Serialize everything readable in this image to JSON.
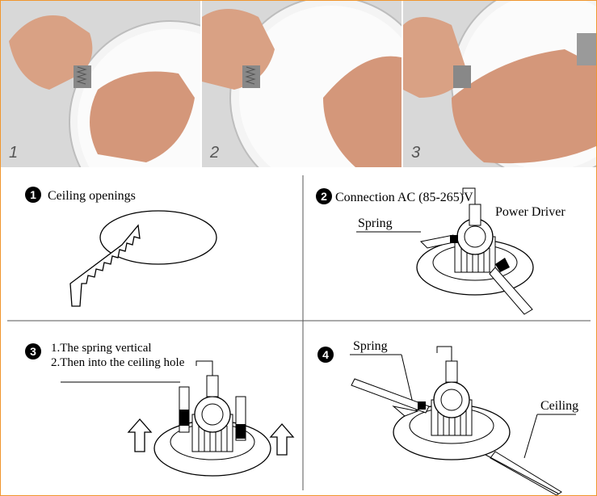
{
  "photos": [
    {
      "number": "1"
    },
    {
      "number": "2"
    },
    {
      "number": "3"
    }
  ],
  "colors": {
    "frame_border": "#f0962e",
    "photo_background": "#d8d8d8",
    "skin": "#d9a184",
    "panel": "#f7f7f7"
  },
  "steps": [
    {
      "number": "1",
      "label": "Ceiling openings"
    },
    {
      "number": "2",
      "label": "Connection AC (85-265)V",
      "power_driver": "Power Driver",
      "spring": "Spring"
    },
    {
      "number": "3",
      "line1": "1.The spring vertical",
      "line2": "2.Then into the ceiling hole"
    },
    {
      "number": "4",
      "spring": "Spring",
      "ceiling": "Ceiling"
    }
  ]
}
